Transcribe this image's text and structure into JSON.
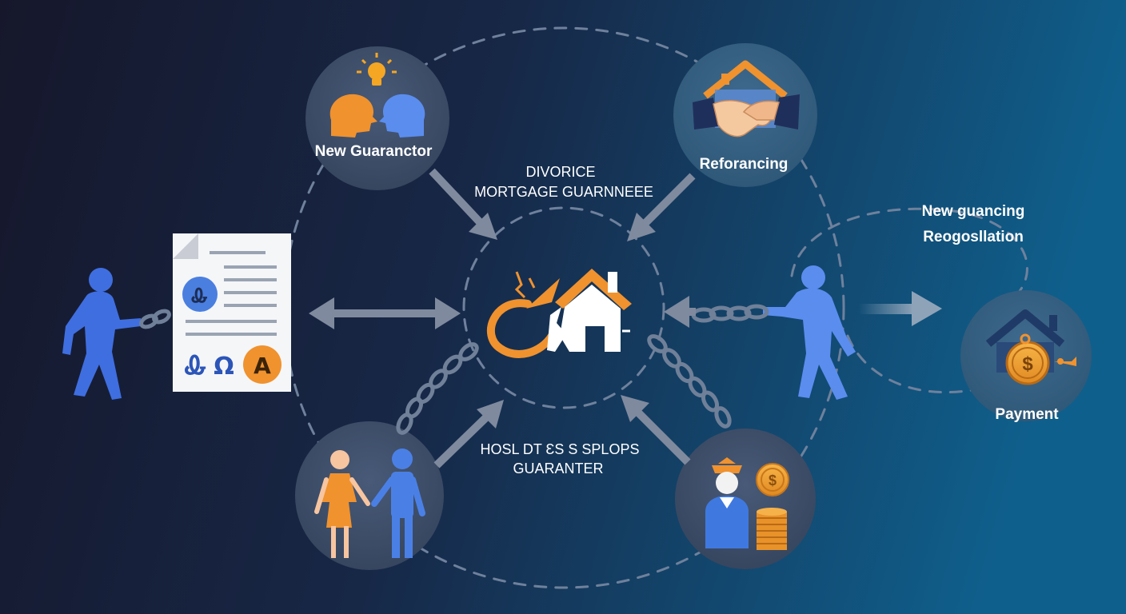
{
  "center": {
    "title_line1": "DIVORICE",
    "title_line2": "MORTGAGE GUARNNEEE",
    "icon": "broken-house-with-ring-icon"
  },
  "bottom_center": {
    "line1": "HOSL DT ƐS S SPLOPS",
    "line2": "GUARANTER"
  },
  "nodes": {
    "new_guarantor": {
      "label": "New Guaranctor",
      "icon": "two-heads-lightbulb-icon"
    },
    "refinancing": {
      "label": "Reforancing",
      "icon": "handshake-house-icon"
    },
    "couple": {
      "icon": "couple-icon"
    },
    "payout": {
      "icon": "person-coins-icon"
    },
    "payment": {
      "label": "Payment",
      "icon": "house-dollar-key-icon"
    }
  },
  "side_labels": {
    "right_line1": "New guancing",
    "right_line2": "Reogosllation"
  },
  "document": {
    "symbols": [
      "Ꮂ",
      "Ꮂ",
      "Ω",
      "A"
    ]
  },
  "colors": {
    "background_start": "#15182e",
    "background_end": "#0f5a84",
    "node_fill": "#3a4a66",
    "accent_orange": "#f0922e",
    "accent_blue": "#4f7fe8",
    "dash_line": "#6f819c",
    "arrow_gray": "#7f8a9e"
  }
}
